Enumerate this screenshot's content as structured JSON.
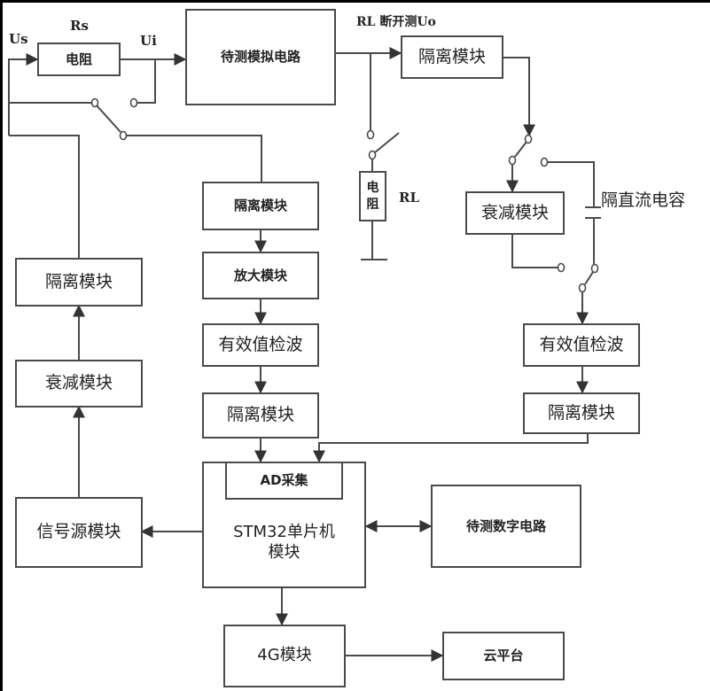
{
  "labels": {
    "us": "Us",
    "rs": "Rs",
    "ui": "Ui",
    "rl_open": "RL 断开测Uo",
    "rl": "RL",
    "dc_block_cap": "隔直流电容"
  },
  "blocks": {
    "source_resistor": "电阻",
    "analog_dut": "待测模拟电路",
    "isolation_top_right": "隔离模块",
    "load_resistor_line1": "电",
    "load_resistor_line2": "阻",
    "attenuator_right": "衰减模块",
    "rms_detector_right": "有效值检波",
    "isolation_right": "隔离模块",
    "isolation_mid": "隔离模块",
    "amplifier_mid": "放大模块",
    "rms_detector_mid": "有效值检波",
    "isolation_mid_low": "隔离模块",
    "ad_acquisition": "AD采集",
    "stm32_line1": "STM32单片机",
    "stm32_line2": "模块",
    "digital_dut": "待测数字电路",
    "isolation_left": "隔离模块",
    "attenuator_left": "衰减模块",
    "signal_source": "信号源模块",
    "module_4g": "4G模块",
    "cloud_platform": "云平台"
  },
  "colors": {
    "line": "#4a4a4a",
    "text": "#222222",
    "frame": "#000000"
  }
}
